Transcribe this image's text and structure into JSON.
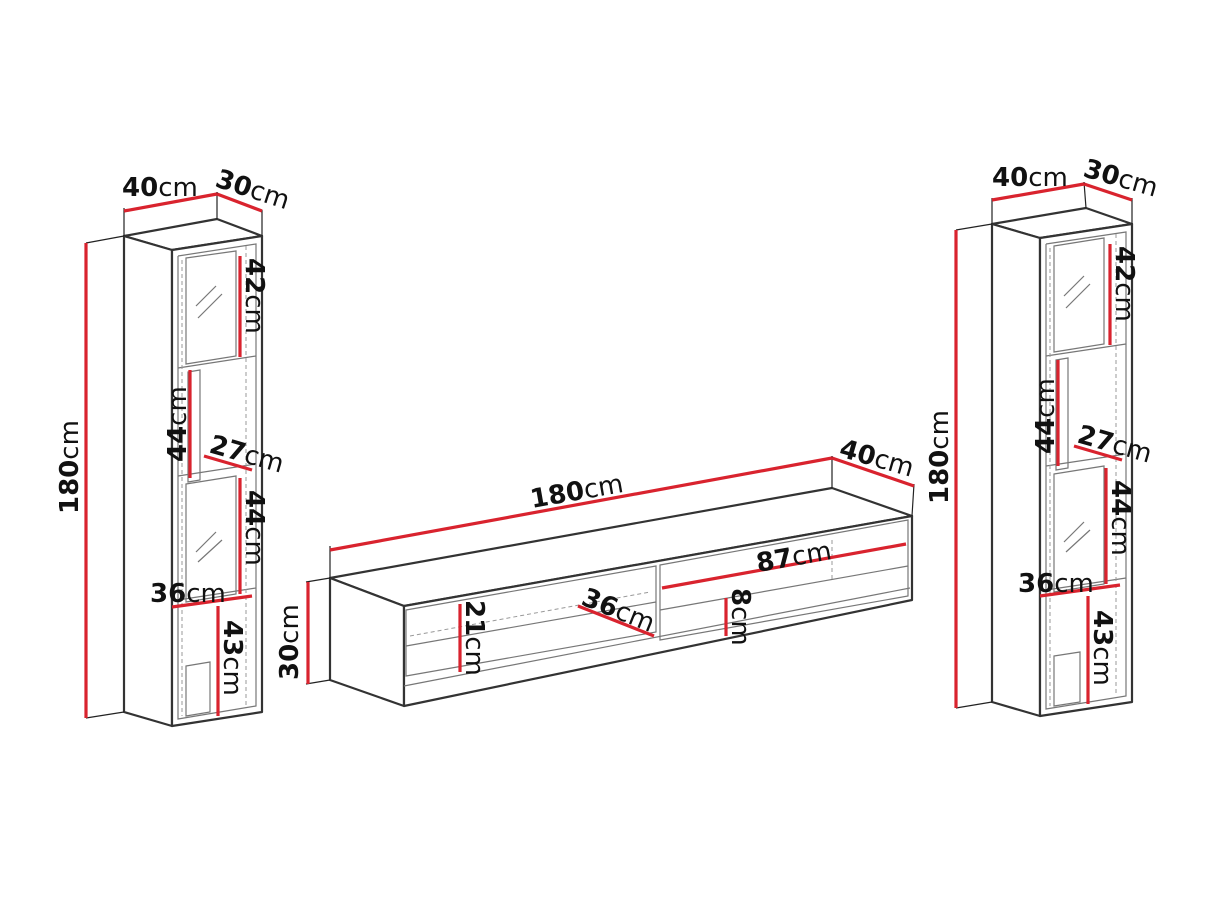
{
  "unit": "cm",
  "accent_color": "#d9232e",
  "left_cabinet": {
    "width": "40",
    "depth": "30",
    "height": "180",
    "top_compartment": "42",
    "middle_open": "44",
    "shelf_depth": "27",
    "lower_compartment": "44",
    "inner_width": "36",
    "bottom_compartment": "43"
  },
  "tv_unit": {
    "width": "180",
    "depth": "40",
    "height": "30",
    "drawer_front": "87",
    "drawer_height": "21",
    "inner_depth": "36",
    "shelf_gap": "8"
  },
  "right_cabinet": {
    "width": "40",
    "depth": "30",
    "height": "180",
    "top_compartment": "42",
    "middle_open": "44",
    "shelf_depth": "27",
    "lower_compartment": "44",
    "inner_width": "36",
    "bottom_compartment": "43"
  }
}
